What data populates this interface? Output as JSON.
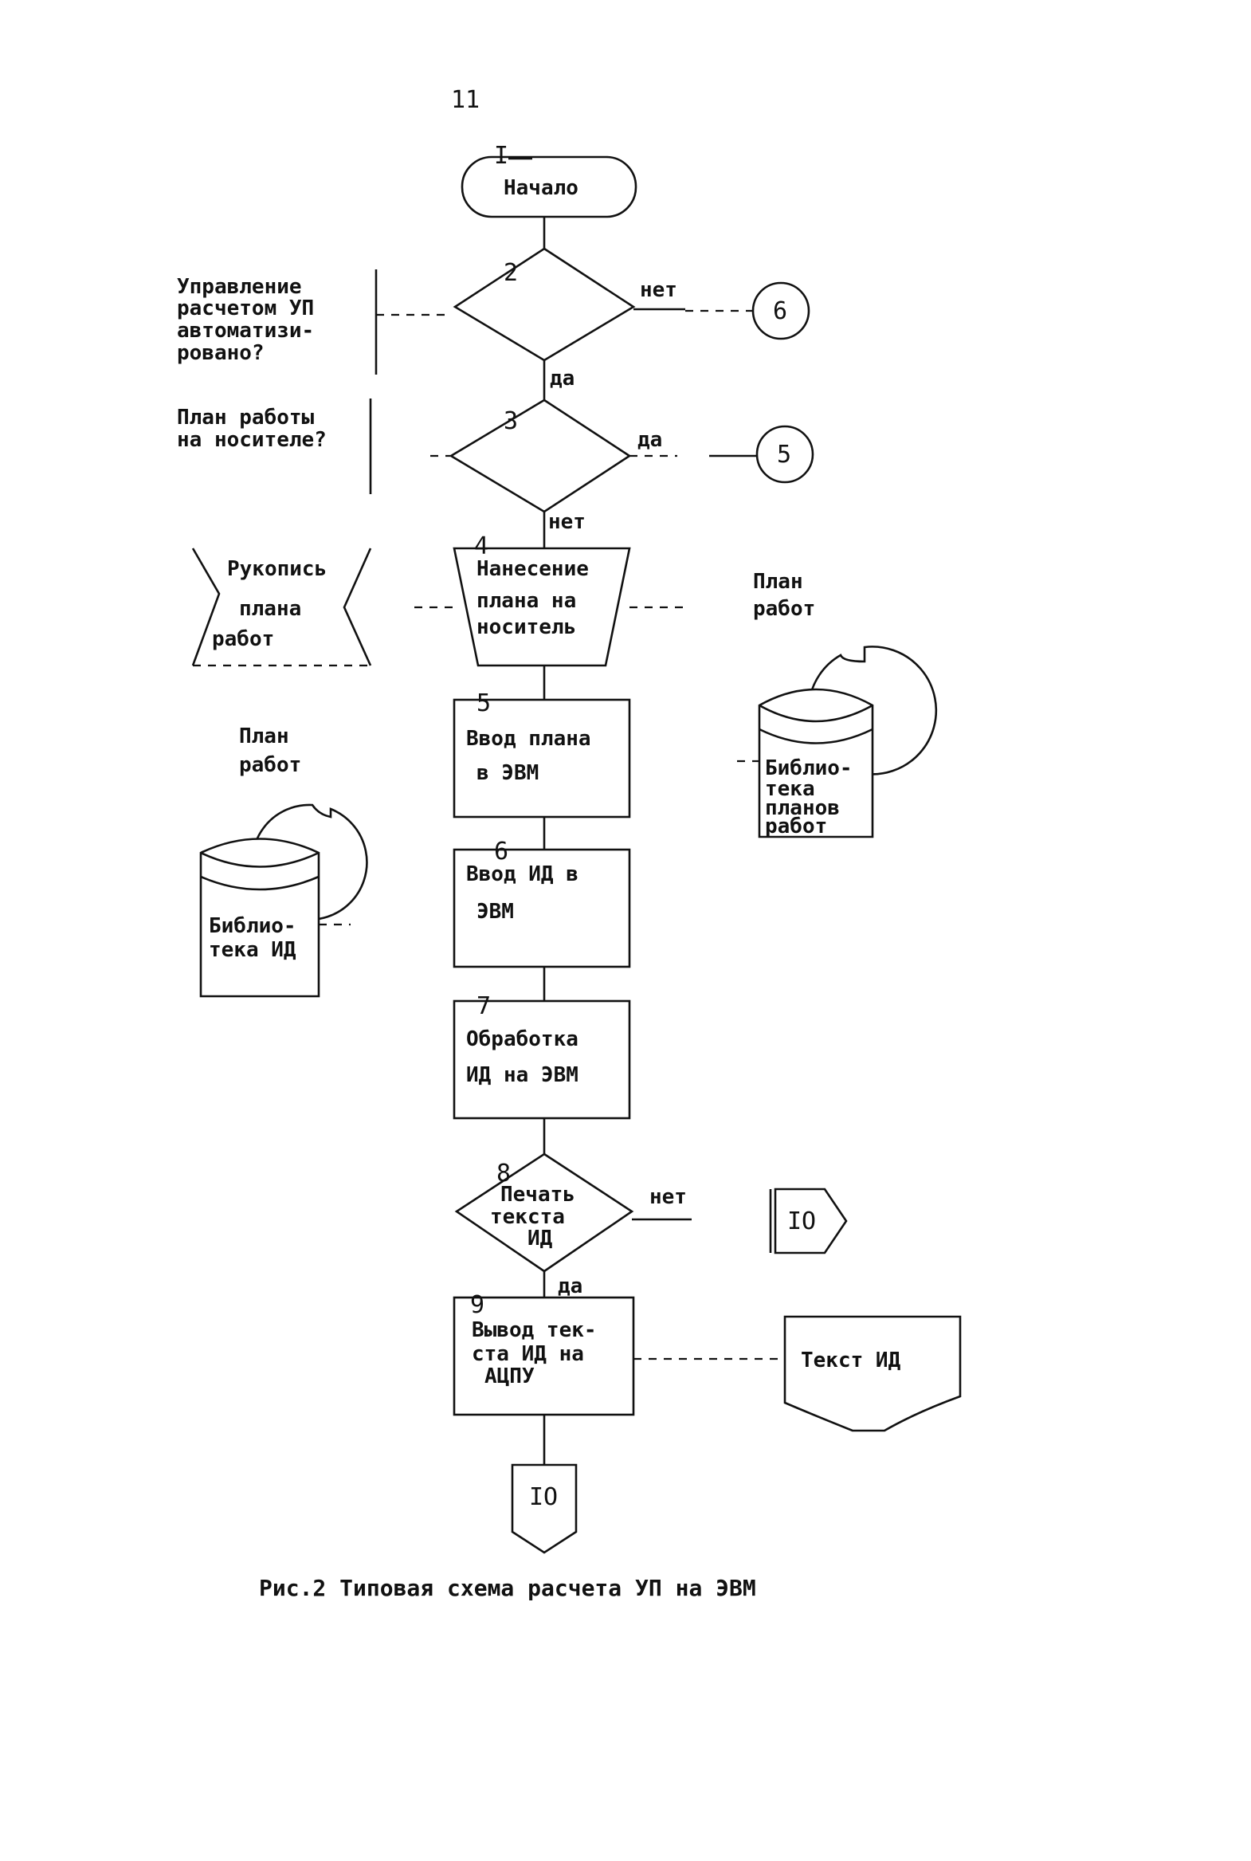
{
  "page_number": "11",
  "caption": "Рис.2 Типовая схема расчета УП на ЭВМ",
  "blocks": {
    "b1": {
      "num": "I",
      "lines": [
        "Начало"
      ]
    },
    "b2": {
      "num": "2",
      "yes": "да",
      "no": "нет",
      "connector": "6",
      "comment": [
        "Управление",
        "расчетом УП",
        "автоматизи-",
        "ровано?"
      ]
    },
    "b3": {
      "num": "3",
      "yes": "да",
      "no": "нет",
      "connector": "5",
      "comment": [
        "План работы",
        "на носителе?"
      ]
    },
    "b4": {
      "num": "4",
      "lines": [
        "Нанесение",
        "плана на",
        "носитель"
      ]
    },
    "b5": {
      "num": "5",
      "lines": [
        "Ввод плана",
        "в ЭВМ"
      ]
    },
    "b6": {
      "num": "6",
      "lines": [
        "Ввод ИД в",
        "ЭВМ"
      ]
    },
    "b7": {
      "num": "7",
      "lines": [
        "Обработка",
        "ИД на ЭВМ"
      ]
    },
    "b8": {
      "num": "8",
      "lines": [
        "Печать",
        "текста",
        "ИД"
      ],
      "yes": "да",
      "no": "нет",
      "connector": "IO"
    },
    "b9": {
      "num": "9",
      "lines": [
        "Вывод тек-",
        "ста ИД на",
        "АЦПУ"
      ]
    },
    "end_connector": "IO"
  },
  "side": {
    "manuscript": [
      "Рукопись",
      "плана",
      "работ"
    ],
    "plan_doc_right": [
      "План",
      "работ"
    ],
    "plan_doc_left": [
      "План",
      "работ"
    ],
    "library_plans": [
      "Библио-",
      "тека",
      "планов",
      "работ"
    ],
    "library_id": [
      "Библио-",
      "тека ИД"
    ],
    "text_id": [
      "Текст ИД"
    ]
  }
}
